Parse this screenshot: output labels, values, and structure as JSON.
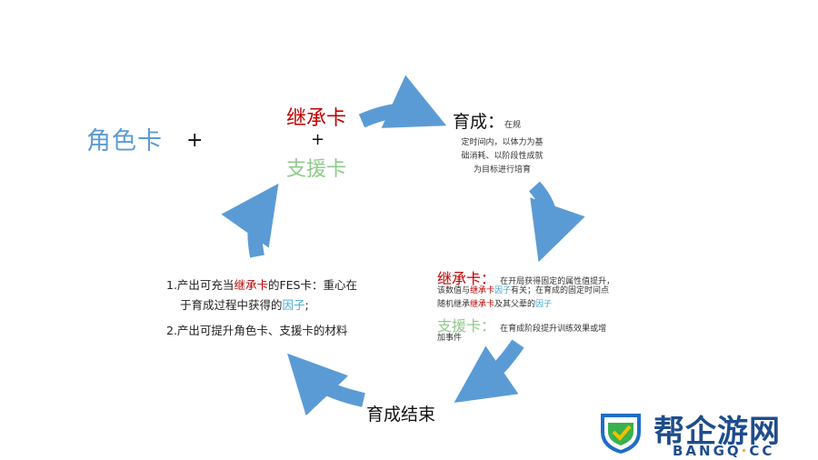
{
  "top": {
    "role_card": "角色卡",
    "plus1": "+",
    "inherit_card": "继承卡",
    "plus2": "+",
    "support_card": "支援卡"
  },
  "training": {
    "title": "育成：",
    "desc_line1": "在规",
    "desc_line2": "定时间内，以体力为基",
    "desc_line3": "础消耗、以阶段性成就",
    "desc_line4": "为目标进行培育"
  },
  "cards_detail": {
    "inherit_title": "继承卡：",
    "inherit_line1": "在开局获得固定的属性值提升，",
    "inherit_line2_a": "该数值与",
    "inherit_line2_red": "继承卡",
    "inherit_line2_blue": "因子",
    "inherit_line2_b": "有关；在育成的固定时间点",
    "inherit_line3_a": "随机继承",
    "inherit_line3_red": "继承卡",
    "inherit_line3_b": "及其父辈的",
    "inherit_line3_blue": "因子",
    "support_title": "支援卡：",
    "support_line1": "在育成阶段提升训练效果或增",
    "support_line2": "加事件"
  },
  "end": {
    "label": "育成结束"
  },
  "output": {
    "line1_a": "1.产出可充当",
    "line1_red": "继承卡",
    "line1_b": "的FES卡：重心在",
    "line2_a": "于育成过程中获得的",
    "line2_blue": "因子",
    "line2_b": ";",
    "line3": "2.产出可提升角色卡、支援卡的材料"
  },
  "watermark": {
    "brand": "帮企游网",
    "sub_a": "BANGQ",
    "sub_dot": "·",
    "sub_b": "CC"
  },
  "colors": {
    "arrow": "#5b9bd5",
    "inherit": "#c00000",
    "support": "#8fc98a",
    "role": "#5b9bd5",
    "factor": "#3fa9d9"
  }
}
